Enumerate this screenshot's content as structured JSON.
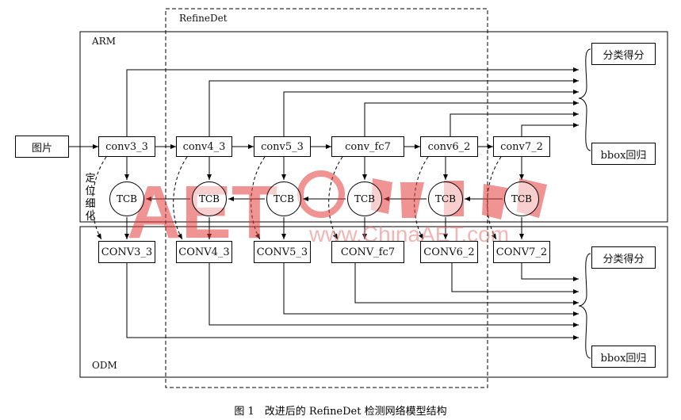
{
  "diagram": {
    "frame_label": "RefineDet",
    "arm_label": "ARM",
    "odm_label": "ODM",
    "input_label": "图片",
    "arm_nodes": [
      "conv3_3",
      "conv4_3",
      "conv5_3",
      "conv_fc7",
      "conv6_2",
      "conv7_2"
    ],
    "odm_nodes": [
      "CONV3_3",
      "CONV4_3",
      "CONV5_3",
      "CONV_fc7",
      "CONV6_2",
      "CONV7_2"
    ],
    "tcb_label": "TCB",
    "refine_label": [
      "定",
      "位",
      "细",
      "化"
    ],
    "arm_outputs": [
      "分类得分",
      "bbox回归"
    ],
    "odm_outputs": [
      "分类得分",
      "bbox回归"
    ]
  },
  "watermark": {
    "logo": "AET",
    "site": "www.ChinaAET.com",
    "color": "#e23b3b"
  },
  "caption": "图 1　改进后的 RefineDet 检测网络模型结构"
}
